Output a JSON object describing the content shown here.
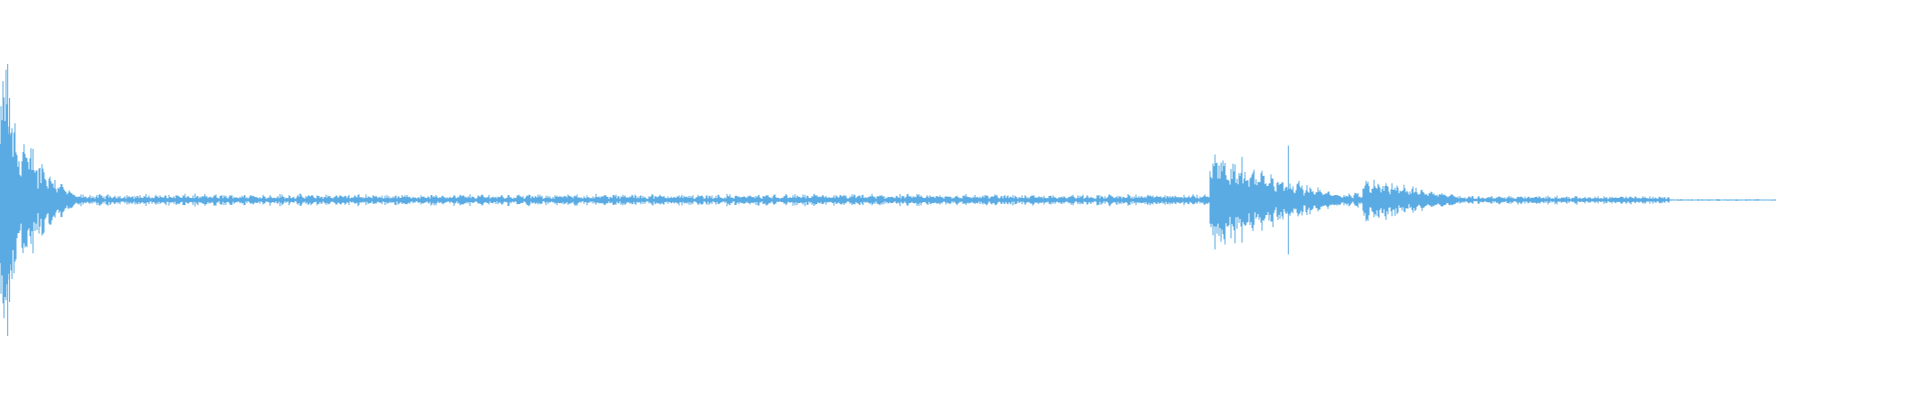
{
  "waveform": {
    "color": "#5aabe3",
    "background": "#ffffff",
    "segments": [
      {
        "start": 0.0,
        "end": 0.006,
        "peak": 0.88
      },
      {
        "start": 0.006,
        "end": 0.04,
        "peak": 0.55
      },
      {
        "start": 0.04,
        "end": 0.63,
        "peak": 0.04
      },
      {
        "start": 0.63,
        "end": 0.7,
        "peak": 0.35
      },
      {
        "start": 0.7,
        "end": 0.71,
        "peak": 0.05
      },
      {
        "start": 0.71,
        "end": 0.76,
        "peak": 0.14
      },
      {
        "start": 0.76,
        "end": 0.87,
        "peak": 0.03
      },
      {
        "start": 0.87,
        "end": 0.925,
        "peak": 0.006
      }
    ]
  }
}
